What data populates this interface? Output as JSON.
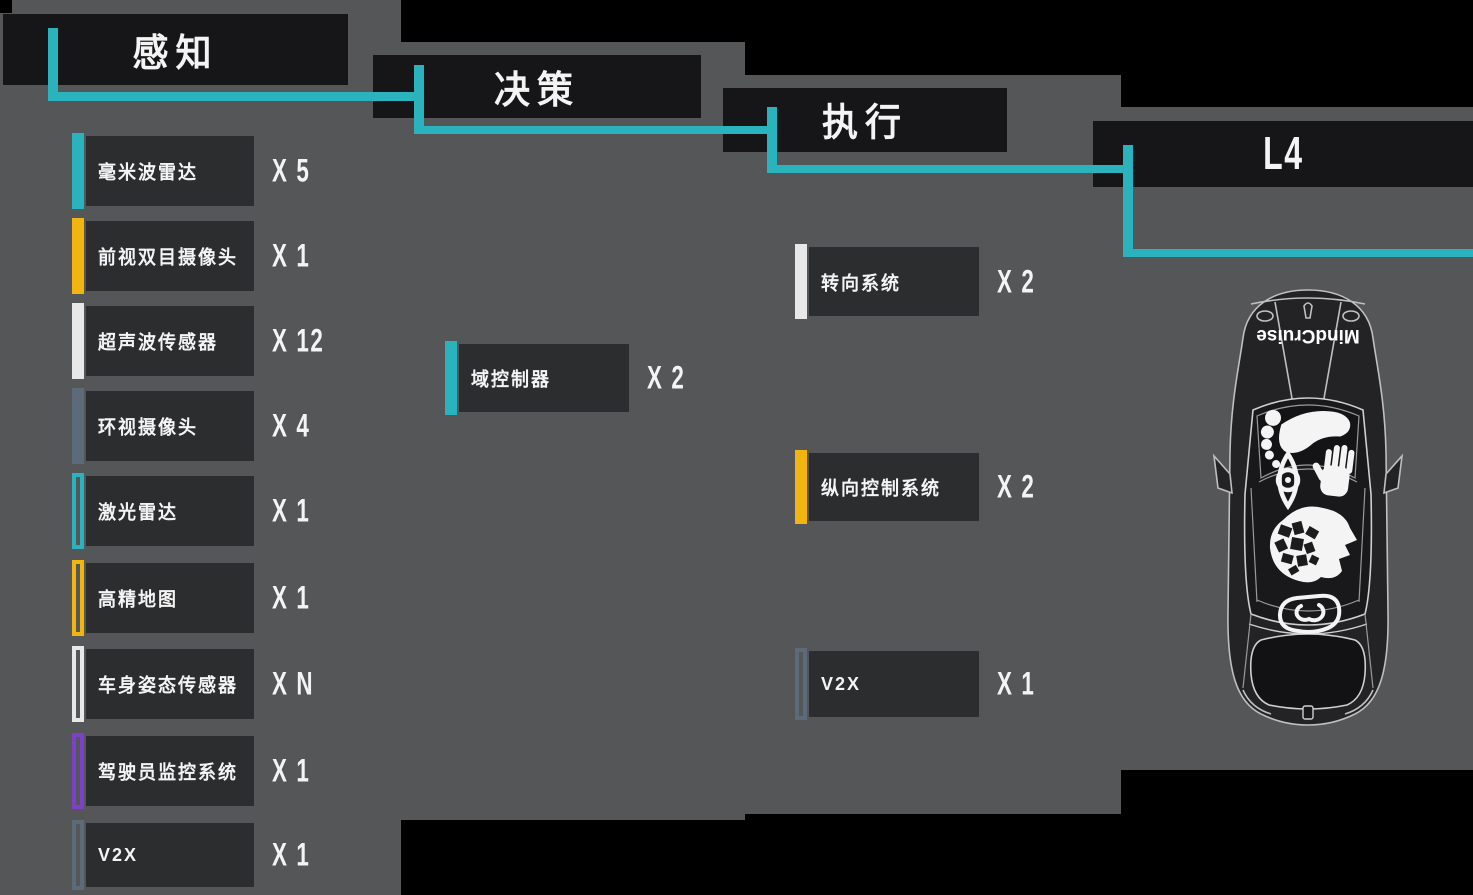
{
  "colors": {
    "teal": "#2ab3bd",
    "yellow": "#f2b411",
    "white_accent": "#e8e8e8",
    "slate": "#5c6b7a",
    "purple": "#7d40c8",
    "panel_gray": "#555658",
    "header_black": "#161618",
    "box_fill": "#2c2d2f"
  },
  "stages": [
    {
      "label": "感知",
      "items": [
        {
          "label": "毫米波雷达",
          "count": "X 5",
          "accent": "teal",
          "accent_color": "#2ab3bd",
          "accent_style": "solid"
        },
        {
          "label": "前视双目摄像头",
          "count": "X 1",
          "accent": "yellow",
          "accent_color": "#f2b411",
          "accent_style": "solid"
        },
        {
          "label": "超声波传感器",
          "count": "X 12",
          "accent": "white",
          "accent_color": "#e8e8e8",
          "accent_style": "solid"
        },
        {
          "label": "环视摄像头",
          "count": "X 4",
          "accent": "slate",
          "accent_color": "#5c6b7a",
          "accent_style": "solid"
        },
        {
          "label": "激光雷达",
          "count": "X 1",
          "accent": "teal",
          "accent_color": "#2ab3bd",
          "accent_style": "outline"
        },
        {
          "label": "高精地图",
          "count": "X 1",
          "accent": "yellow",
          "accent_color": "#f2b411",
          "accent_style": "outline"
        },
        {
          "label": "车身姿态传感器",
          "count": "X N",
          "accent": "white",
          "accent_color": "#e8e8e8",
          "accent_style": "outline"
        },
        {
          "label": "驾驶员监控系统",
          "count": "X 1",
          "accent": "purple",
          "accent_color": "#7d40c8",
          "accent_style": "outline"
        },
        {
          "label": "V2X",
          "count": "X 1",
          "accent": "slate",
          "accent_color": "#5c6b7a",
          "accent_style": "outline"
        }
      ]
    },
    {
      "label": "决策",
      "items": [
        {
          "label": "域控制器",
          "count": "X 2",
          "accent": "teal",
          "accent_color": "#2ab3bd",
          "accent_style": "solid"
        }
      ]
    },
    {
      "label": "执行",
      "items": [
        {
          "label": "转向系统",
          "count": "X 2",
          "accent": "white",
          "accent_color": "#e8e8e8",
          "accent_style": "solid"
        },
        {
          "label": "纵向控制系统",
          "count": "X 2",
          "accent": "yellow",
          "accent_color": "#f2b411",
          "accent_style": "solid"
        },
        {
          "label": "V2X",
          "count": "X 1",
          "accent": "slate",
          "accent_color": "#5c6b7a",
          "accent_style": "outline"
        }
      ]
    },
    {
      "label": "L4",
      "items": []
    }
  ],
  "car": {
    "brand": "MindCruise",
    "icons": [
      "footprint-icon",
      "eye-icon",
      "hand-icon",
      "brain-head-icon",
      "chain-link-icon"
    ]
  }
}
